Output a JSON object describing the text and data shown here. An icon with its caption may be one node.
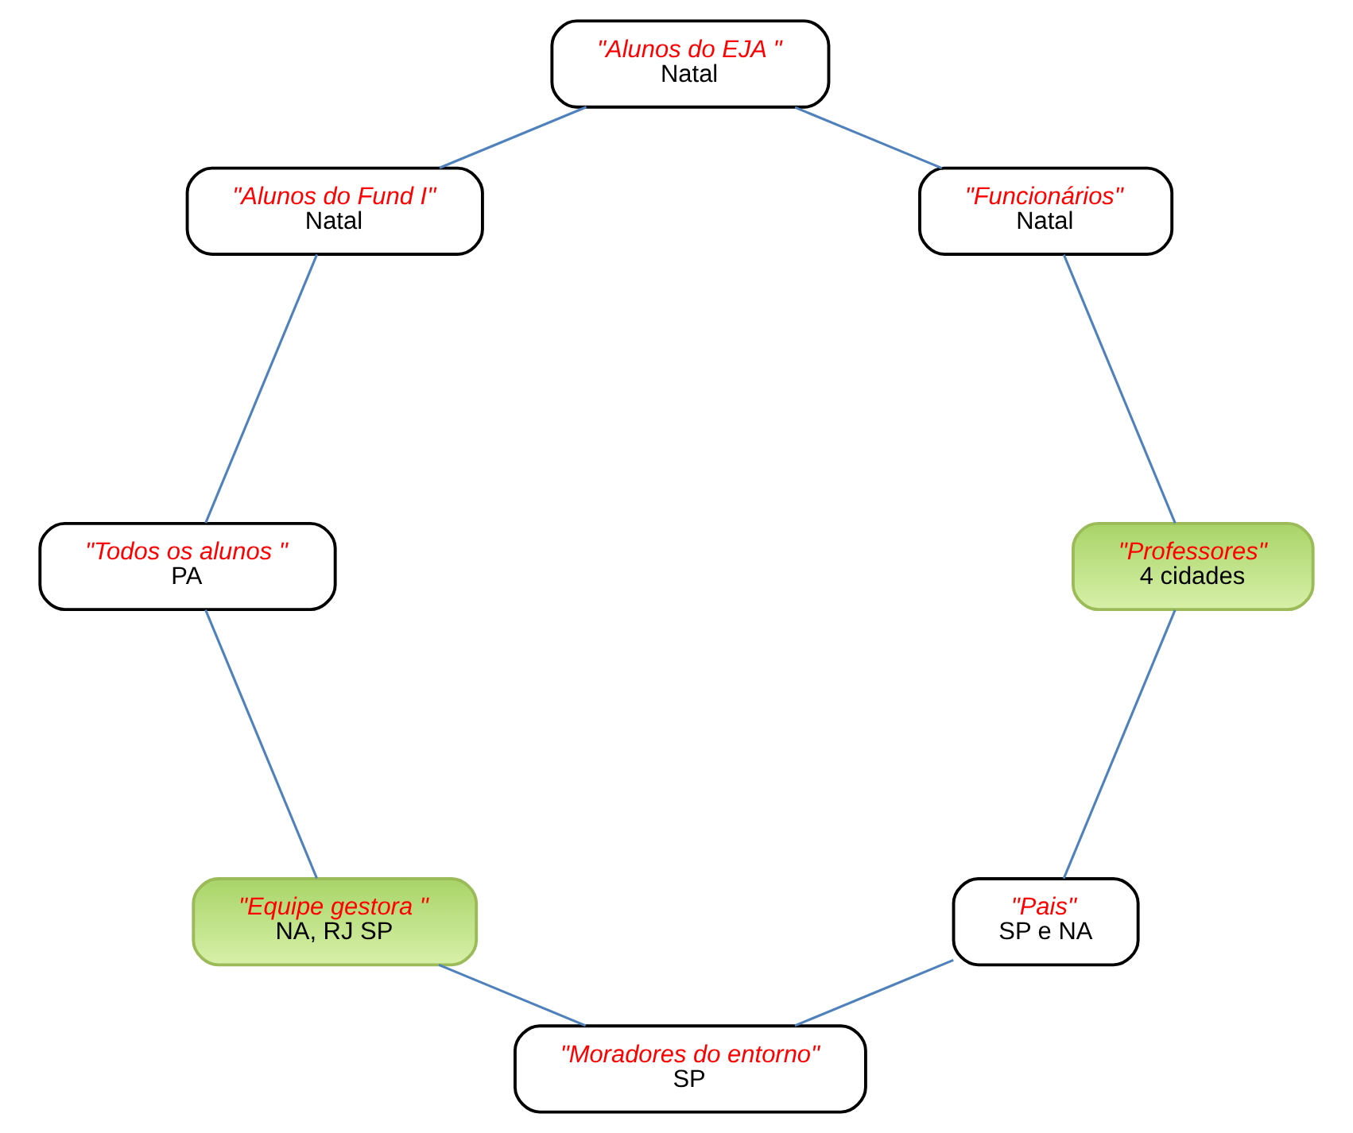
{
  "diagram": {
    "nodes": [
      {
        "text": [
          "\"Pais\"",
          "SP e NA"
        ]
      },
      {
        "text": [
          "\"Professores\"",
          "4 cidades"
        ]
      },
      {
        "text": [
          "\"Moradores do entorno\"",
          "SP"
        ]
      },
      {
        "text": [
          "\"Funcionários\"",
          "Natal"
        ]
      },
      {
        "text": [
          "\"Equipe gestora \"",
          "NA, RJ SP"
        ]
      },
      {
        "text": [
          "\"Alunos do EJA \"",
          "Natal"
        ]
      },
      {
        "text": [
          "\"Todos os alunos \"",
          "PA"
        ]
      },
      {
        "text": [
          "\"Alunos do Fund I\"",
          "Natal"
        ]
      }
    ],
    "edges": [
      {
        "from": 0,
        "to": 2,
        "arrow": "none"
      },
      {
        "from": 2,
        "to": 4,
        "arrow": "none"
      },
      {
        "from": 4,
        "to": 6,
        "arrow": "none"
      },
      {
        "from": 6,
        "to": 7,
        "arrow": "none"
      },
      {
        "from": 7,
        "to": 5,
        "arrow": "none"
      },
      {
        "from": 5,
        "to": 3,
        "arrow": "none"
      },
      {
        "from": 3,
        "to": 1,
        "arrow": "none"
      },
      {
        "from": 1,
        "to": 0,
        "arrow": "none"
      }
    ]
  }
}
